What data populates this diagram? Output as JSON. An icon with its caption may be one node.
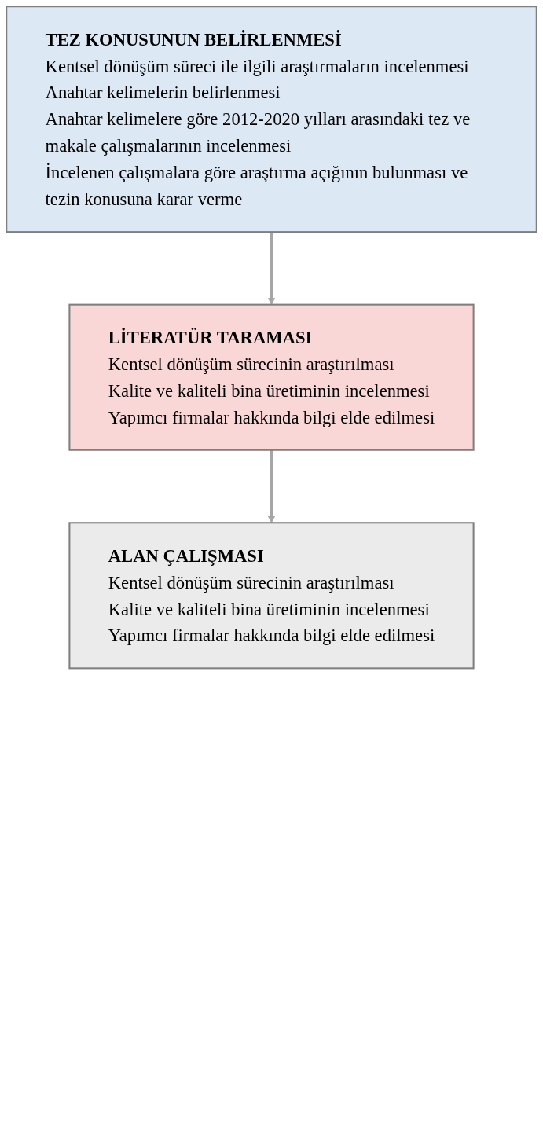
{
  "diagram": {
    "nodes": [
      {
        "text": [
          "TEZ KONUSUNUN BELİRLENMESİ",
          "Kentsel dönüşüm süreci ile ilgili araştırmaların incelenmesi",
          "Anahtar kelimelerin belirlenmesi",
          "Anahtar kelimelere göre 2012-2020 yılları arasındaki tez ve makale çalışmalarının incelenmesi",
          "İncelenen çalışmalara göre araştırma açığının bulunması ve tezin konusuna karar verme"
        ]
      },
      {
        "text": [
          "LİTERATÜR TARAMASI",
          "Kentsel dönüşüm sürecinin araştırılması",
          "Kalite ve kaliteli bina üretiminin incelenmesi",
          "Yapımcı firmalar hakkında bilgi elde edilmesi"
        ]
      },
      {
        "text": [
          "ALAN ÇALIŞMASI",
          "Kentsel dönüşüm sürecinin araştırılması",
          "Kalite ve kaliteli bina üretiminin incelenmesi",
          "Yapımcı firmalar hakkında bilgi elde edilmesi"
        ]
      }
    ],
    "edges": [
      {
        "from": 0,
        "to": 1,
        "arrow": "to"
      },
      {
        "from": 1,
        "to": 2,
        "arrow": "to"
      }
    ]
  }
}
